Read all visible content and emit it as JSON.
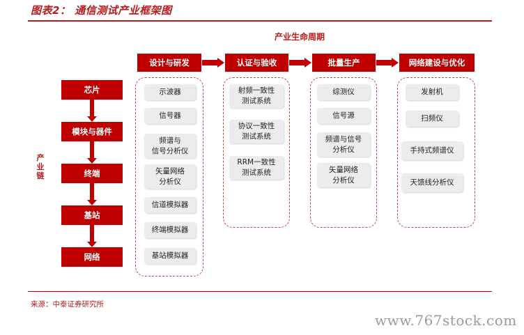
{
  "title": "图表2： 通信测试产业框架图",
  "lifecycle_label": "产业生命周期",
  "chain_label": "产业链",
  "stages": [
    "设计与研发",
    "认证与验收",
    "批量生产",
    "网络建设与优化"
  ],
  "chain": [
    "芯片",
    "模块与器件",
    "终端",
    "基站",
    "网络"
  ],
  "columns": [
    [
      "示波器",
      "信号器",
      "频谱与\n信号分析仪",
      "矢量网络\n分析仪",
      "信道模拟器",
      "终端模拟器",
      "基站模拟器"
    ],
    [
      "射频一致性\n测试系统",
      "协议一致性\n测试系统",
      "RRM一致性\n测试系统"
    ],
    [
      "综测仪",
      "信号源",
      "频谱与信号\n分析仪",
      "矢量网络\n分析仪"
    ],
    [
      "发射机",
      "扫频仪",
      "手持式频谱仪",
      "天馈线分析仪"
    ]
  ],
  "source": "来源：中泰证券研究所",
  "watermark": "www.767stock.com",
  "colors": {
    "accent": "#c00000",
    "title": "#b81b1b",
    "item_bg": "#ececec"
  }
}
